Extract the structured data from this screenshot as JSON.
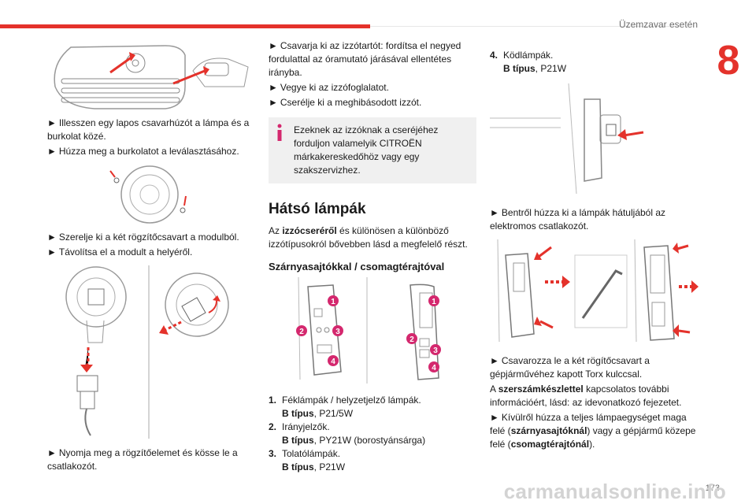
{
  "header": {
    "chapter_title": "Üzemzavar esetén",
    "chapter_number": "8"
  },
  "footer": {
    "page_number": "173",
    "watermark": "carmanualsonline.info"
  },
  "col1": {
    "step1": "Illesszen egy lapos csavarhúzót a lámpa és a burkolat közé.",
    "step2": "Húzza meg a burkolatot a leválasztásához.",
    "step3": "Szerelje ki a két rögzítőcsavart a modulból.",
    "step4": "Távolítsa el a modult a helyéről.",
    "step5": "Nyomja meg a rögzítőelemet és kösse le a csatlakozót."
  },
  "col2": {
    "step1": "Csavarja ki az izzótartót: fordítsa el negyed fordulattal az óramutató járásával ellentétes irányba.",
    "step2": "Vegye ki az izzófoglalatot.",
    "step3": "Cserélje ki a meghibásodott izzót.",
    "info": "Ezeknek az izzóknak a cseréjéhez forduljon valamelyik CITROËN márkakereskedőhöz vagy egy szakszervizhez.",
    "section_title": "Hátsó lámpák",
    "intro_pre": "Az ",
    "intro_bold": "izzócseréről",
    "intro_post": " és különösen a különböző izzótípusokról bővebben lásd a megfelelő részt.",
    "sub_title": "Szárnyasajtókkal / csomagtérajtóval",
    "list": [
      {
        "num": "1.",
        "name": "Féklámpák / helyzetjelző lámpák.",
        "type_label": "B típus",
        "type_value": ", P21/5W"
      },
      {
        "num": "2.",
        "name": "Irányjelzők.",
        "type_label": "B típus",
        "type_value": ", PY21W (borostyánsárga)"
      },
      {
        "num": "3.",
        "name": "Tolatólámpák.",
        "type_label": "B típus",
        "type_value": ", P21W"
      }
    ],
    "callouts": [
      "1",
      "2",
      "3",
      "4"
    ]
  },
  "col3": {
    "item4_num": "4.",
    "item4_name": "Ködlámpák.",
    "item4_type_label": "B típus",
    "item4_type_value": ", P21W",
    "step1": "Bentről húzza ki a lámpák hátuljából az elektromos csatlakozót.",
    "step2": "Csavarozza le a két rögítőcsavart a gépjárművéhez kapott Torx kulccsal.",
    "step2b_pre": " A ",
    "step2b_bold": "szerszámkészlettel",
    "step2b_post": " kapcsolatos további információért, lásd: az idevonatkozó fejezetet.",
    "step3_pre": "Kívülről húzza a teljes lámpaegységet maga felé (",
    "step3_bold1": "szárnyasajtóknál",
    "step3_mid": ") vagy a gépjármű közepe felé (",
    "step3_bold2": "csomagtérajtónál",
    "step3_post": ")."
  },
  "colors": {
    "accent": "#e4322b",
    "info_bg": "#f0f0f0",
    "info_icon": "#d4286e"
  }
}
